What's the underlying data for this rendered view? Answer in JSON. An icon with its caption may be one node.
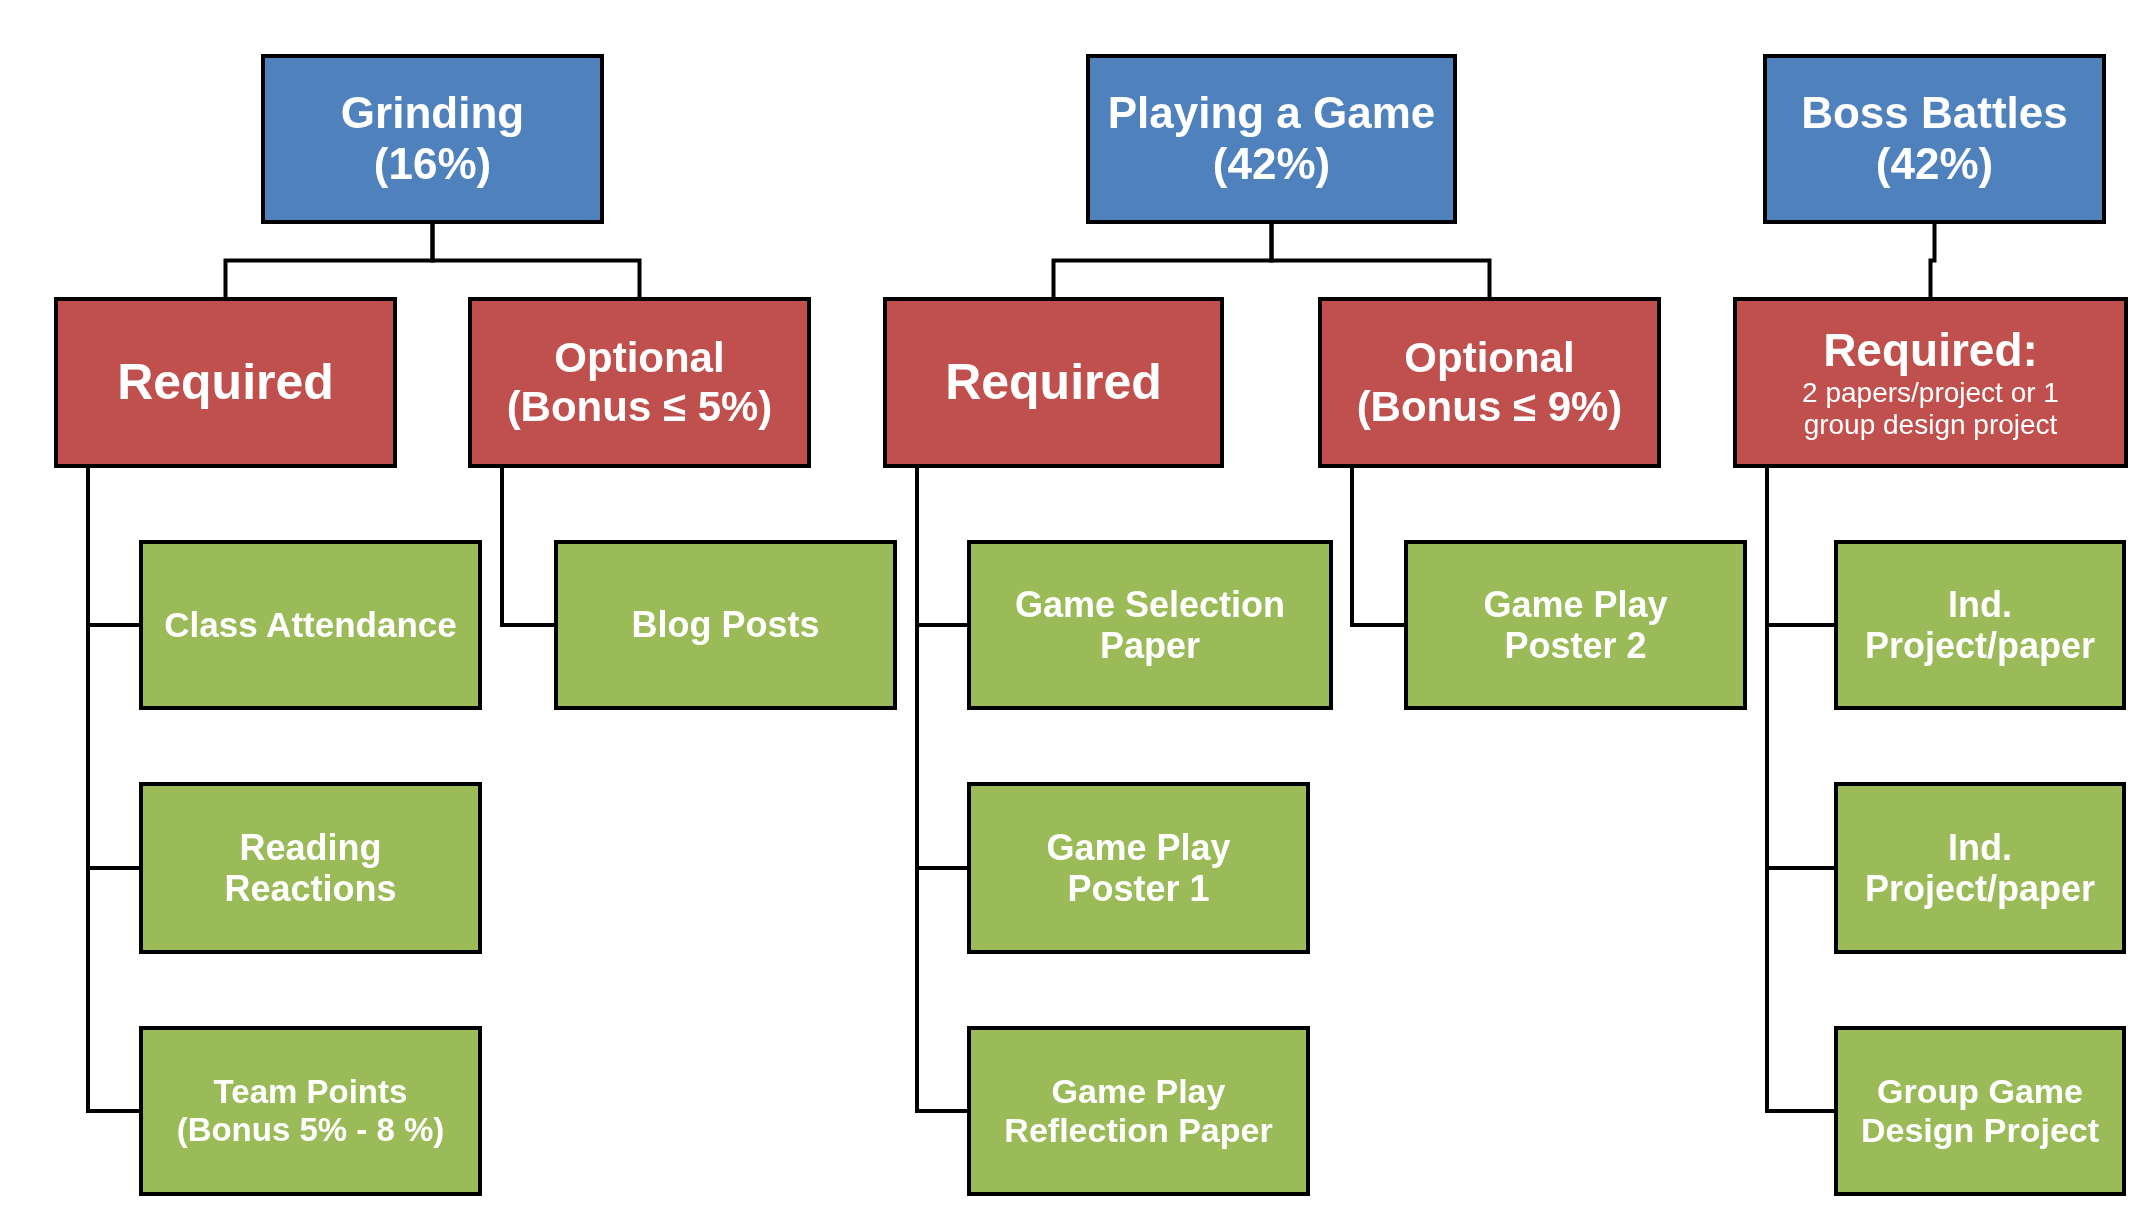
{
  "diagram": {
    "nodes": [
      {
        "text": [
          "Grinding (16%)"
        ]
      },
      {
        "text": [
          "Required"
        ]
      },
      {
        "text": [
          "Optional (Bonus ≤ 5%)"
        ]
      },
      {
        "text": [
          "Class Attendance"
        ]
      },
      {
        "text": [
          "Reading Reactions"
        ]
      },
      {
        "text": [
          "Team Points (Bonus 5% - 8 %)"
        ]
      },
      {
        "text": [
          "Blog Posts"
        ]
      },
      {
        "text": [
          "Playing a Game (42%)"
        ]
      },
      {
        "text": [
          "Required"
        ]
      },
      {
        "text": [
          "Optional (Bonus ≤ 9%)"
        ]
      },
      {
        "text": [
          "Game Selection Paper"
        ]
      },
      {
        "text": [
          "Game Play Poster 1"
        ]
      },
      {
        "text": [
          "Game Play Reflection Paper"
        ]
      },
      {
        "text": [
          "Game Play Poster 2"
        ]
      },
      {
        "text": [
          "Boss Battles (42%)"
        ]
      },
      {
        "text": [
          "**Required**:",
          "2 papers/project or 1 group design project"
        ]
      },
      {
        "text": [
          "Ind. Project/paper"
        ]
      },
      {
        "text": [
          "Ind. Project/paper"
        ]
      },
      {
        "text": [
          "Group Game Design Project"
        ]
      }
    ],
    "edges": [
      {
        "from": 0,
        "to": 1,
        "arrow": "none"
      },
      {
        "from": 0,
        "to": 2,
        "arrow": "none"
      },
      {
        "from": 1,
        "to": 3,
        "arrow": "none"
      },
      {
        "from": 1,
        "to": 4,
        "arrow": "none"
      },
      {
        "from": 1,
        "to": 5,
        "arrow": "none"
      },
      {
        "from": 2,
        "to": 6,
        "arrow": "none"
      },
      {
        "from": 7,
        "to": 8,
        "arrow": "none"
      },
      {
        "from": 7,
        "to": 9,
        "arrow": "none"
      },
      {
        "from": 8,
        "to": 10,
        "arrow": "none"
      },
      {
        "from": 8,
        "to": 11,
        "arrow": "none"
      },
      {
        "from": 8,
        "to": 12,
        "arrow": "none"
      },
      {
        "from": 9,
        "to": 13,
        "arrow": "none"
      },
      {
        "from": 14,
        "to": 15,
        "arrow": "none"
      },
      {
        "from": 15,
        "to": 16,
        "arrow": "none"
      },
      {
        "from": 15,
        "to": 17,
        "arrow": "none"
      },
      {
        "from": 15,
        "to": 18,
        "arrow": "none"
      }
    ]
  }
}
